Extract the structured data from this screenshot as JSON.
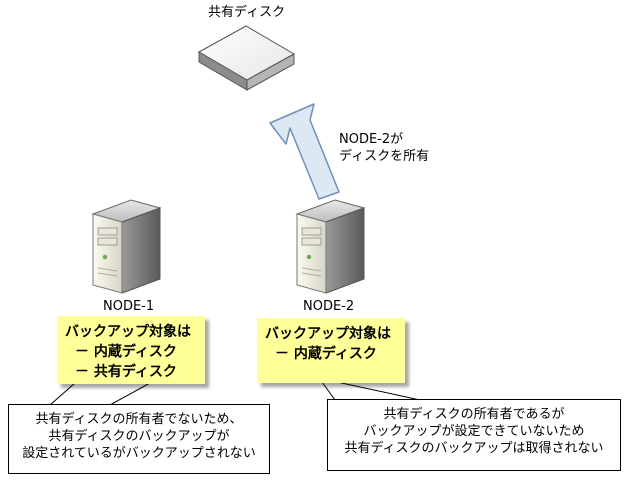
{
  "shared_disk_label": "共有ディスク",
  "arrow_caption": [
    "NODE-2が",
    "ディスクを所有"
  ],
  "nodes": [
    {
      "name": "NODE-1",
      "note": [
        "バックアップ対象は",
        "－ 内蔵ディスク",
        "－ 共有ディスク"
      ]
    },
    {
      "name": "NODE-2",
      "note": [
        "バックアップ対象は",
        "－ 内蔵ディスク"
      ]
    }
  ],
  "callouts": [
    [
      "共有ディスクの所有者でないため、",
      "共有ディスクのバックアップが",
      "設定されているがバックアップされない"
    ],
    [
      "共有ディスクの所有者であるが",
      "バックアップが設定できていないため",
      "共有ディスクのバックアップは取得されない"
    ]
  ],
  "colors": {
    "note_bg": "#ffff99",
    "arrow_fill": "#dde8f5",
    "arrow_stroke": "#6f8fb8"
  }
}
